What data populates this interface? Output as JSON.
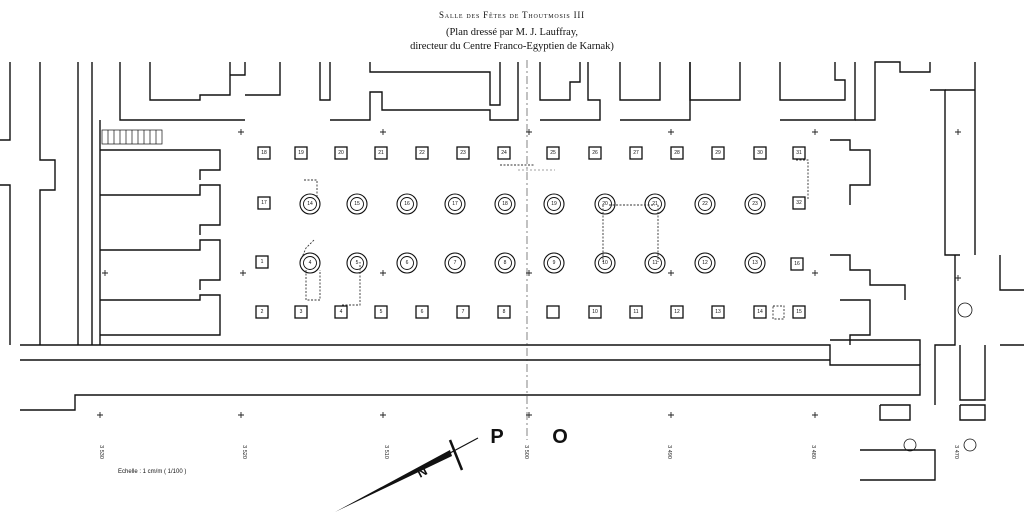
{
  "header": {
    "title": "Salle des Fêtes de Thoutmosis III",
    "subtitle": "(Plan dressé par M. J. Lauffray,",
    "subtitle2": "directeur du Centre Franco-Egyptien de Karnak)"
  },
  "scale_label": "Echelle : 1 cm/m    ( 1/100 )",
  "grid_letters": [
    "P",
    "O"
  ],
  "north_label": "N",
  "axis_ticks": [
    "3 530",
    "3 520",
    "3 510",
    "3 500",
    "3 490",
    "3 480",
    "3 470"
  ],
  "pillars_north": [
    "18",
    "19",
    "20",
    "21",
    "22",
    "23",
    "24",
    "25",
    "26",
    "27",
    "28",
    "29",
    "30",
    "31"
  ],
  "pillars_south": [
    "2",
    "3",
    "4",
    "5",
    "6",
    "7",
    "8",
    "",
    "10",
    "11",
    "12",
    "13",
    "14",
    "15"
  ],
  "pillars_ends": [
    "17",
    "32",
    "1",
    "16"
  ],
  "columns_north": [
    "14",
    "15",
    "16",
    "17",
    "18",
    "19",
    "20",
    "21",
    "22",
    "23"
  ],
  "columns_south": [
    "4",
    "5",
    "6",
    "7",
    "8",
    "9",
    "10",
    "11",
    "12",
    "13"
  ]
}
